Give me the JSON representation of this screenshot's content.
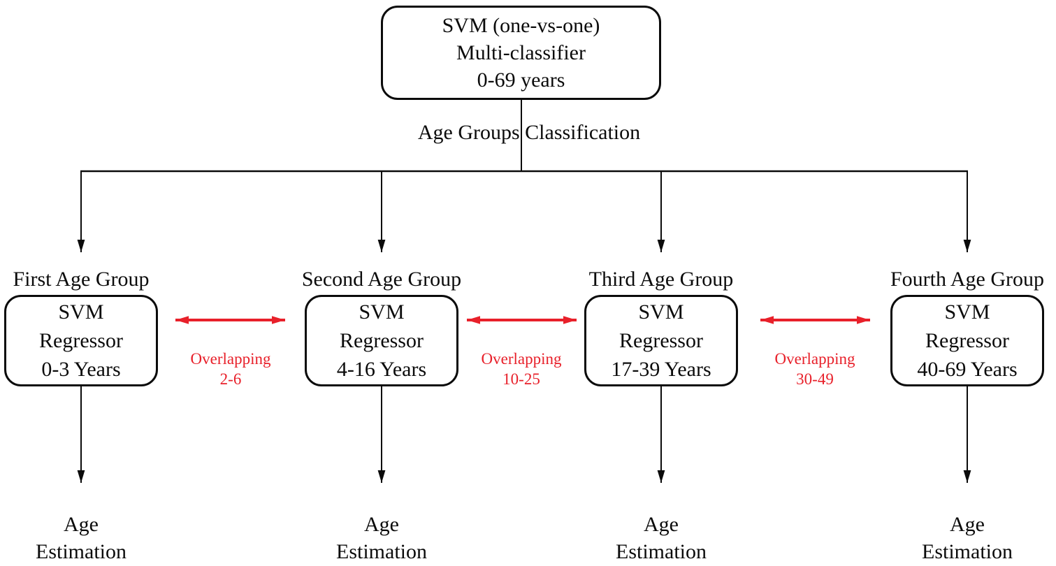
{
  "diagram": {
    "root": {
      "lines": [
        "SVM (one-vs-one)",
        "Multi-classifier",
        "0-69 years"
      ]
    },
    "branch_label": "Age Groups Classification",
    "groups": [
      {
        "label": "First Age Group",
        "box_lines": [
          "SVM",
          "Regressor",
          "0-3 Years"
        ],
        "output_lines": [
          "Age",
          "Estimation"
        ]
      },
      {
        "label": "Second Age Group",
        "box_lines": [
          "SVM",
          "Regressor",
          "4-16 Years"
        ],
        "output_lines": [
          "Age",
          "Estimation"
        ]
      },
      {
        "label": "Third Age Group",
        "box_lines": [
          "SVM",
          "Regressor",
          "17-39 Years"
        ],
        "output_lines": [
          "Age",
          "Estimation"
        ]
      },
      {
        "label": "Fourth Age Group",
        "box_lines": [
          "SVM",
          "Regressor",
          "40-69 Years"
        ],
        "output_lines": [
          "Age",
          "Estimation"
        ]
      }
    ],
    "overlaps": [
      {
        "line1": "Overlapping",
        "line2": "2-6"
      },
      {
        "line1": "Overlapping",
        "line2": "10-25"
      },
      {
        "line1": "Overlapping",
        "line2": "30-49"
      }
    ],
    "colors": {
      "text": "#0b0b0b",
      "connector": "#0b0b0b",
      "overlap_accent": "#e8202a",
      "background": "#ffffff"
    }
  }
}
